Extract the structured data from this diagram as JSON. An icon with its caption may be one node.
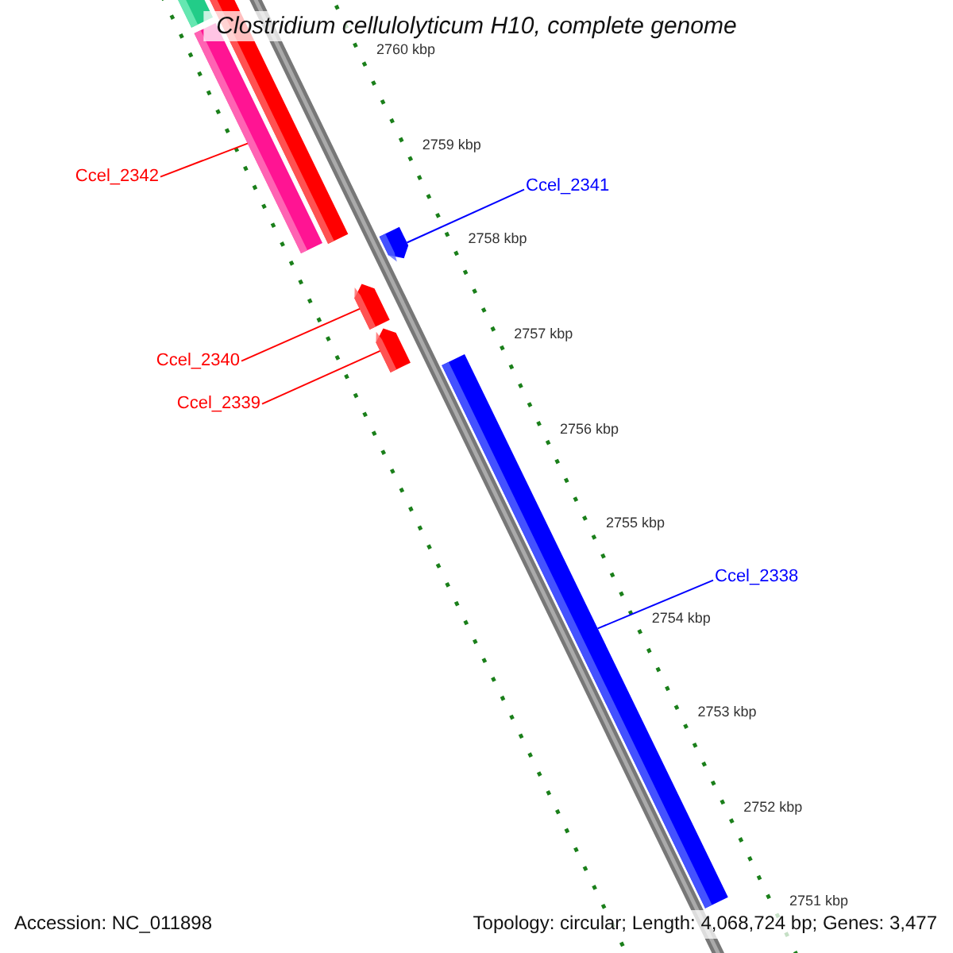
{
  "diagram": {
    "title": "Clostridium cellulolyticum H10, complete genome",
    "nodes": [
      {
        "text": [
          "Ccel_2342"
        ]
      },
      {
        "text": [
          "Ccel_2341"
        ]
      },
      {
        "text": [
          "Ccel_2340"
        ]
      },
      {
        "text": [
          "Ccel_2339"
        ]
      },
      {
        "text": [
          "Ccel_2338"
        ]
      },
      {
        "text": [],
        "shape": "bar"
      },
      {
        "text": [],
        "shape": "arrow"
      },
      {
        "text": [],
        "shape": "arrow"
      },
      {
        "text": [],
        "shape": "arrow"
      },
      {
        "text": [],
        "shape": "bar"
      }
    ],
    "edges": [
      {
        "from": 0,
        "to": 5,
        "arrow": "none"
      },
      {
        "from": 1,
        "to": 6,
        "arrow": "none",
        "color": "#0000ff"
      },
      {
        "from": 2,
        "to": 7,
        "arrow": "none"
      },
      {
        "from": 3,
        "to": 8,
        "arrow": "none"
      },
      {
        "from": 4,
        "to": 9,
        "arrow": "none",
        "color": "#0000ff"
      }
    ],
    "labels": [
      "2760 kbp",
      "2759 kbp",
      "2758 kbp",
      "2757 kbp",
      "2756 kbp",
      "2755 kbp",
      "2754 kbp",
      "2753 kbp",
      "2752 kbp",
      "2751 kbp",
      "Accession: NC_011898",
      "Topology: circular; Length: 4,068,724 bp; Genes: 3,477"
    ]
  }
}
